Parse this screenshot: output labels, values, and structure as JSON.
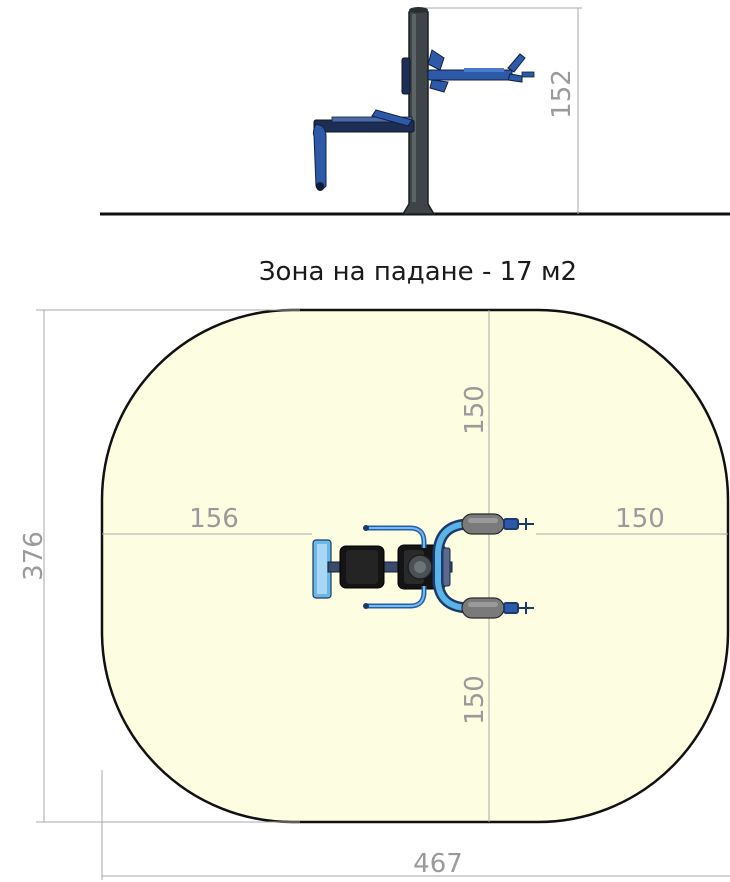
{
  "title": "Зона на падане - 17 м2",
  "side_view": {
    "height_label": "152"
  },
  "plan_view": {
    "total_width_label": "467",
    "total_depth_label": "376",
    "left_label": "156",
    "right_label": "150",
    "top_label": "150",
    "bottom_label": "150"
  },
  "colors": {
    "zone_fill": "#fdfde2",
    "zone_outline": "#111111",
    "dimension_lines": "#a8a8a8",
    "post": "#3e4448",
    "equipment_blue": "#2d5aa8",
    "handle_light_blue": "#5ab4e6",
    "seat_black": "#141414"
  }
}
